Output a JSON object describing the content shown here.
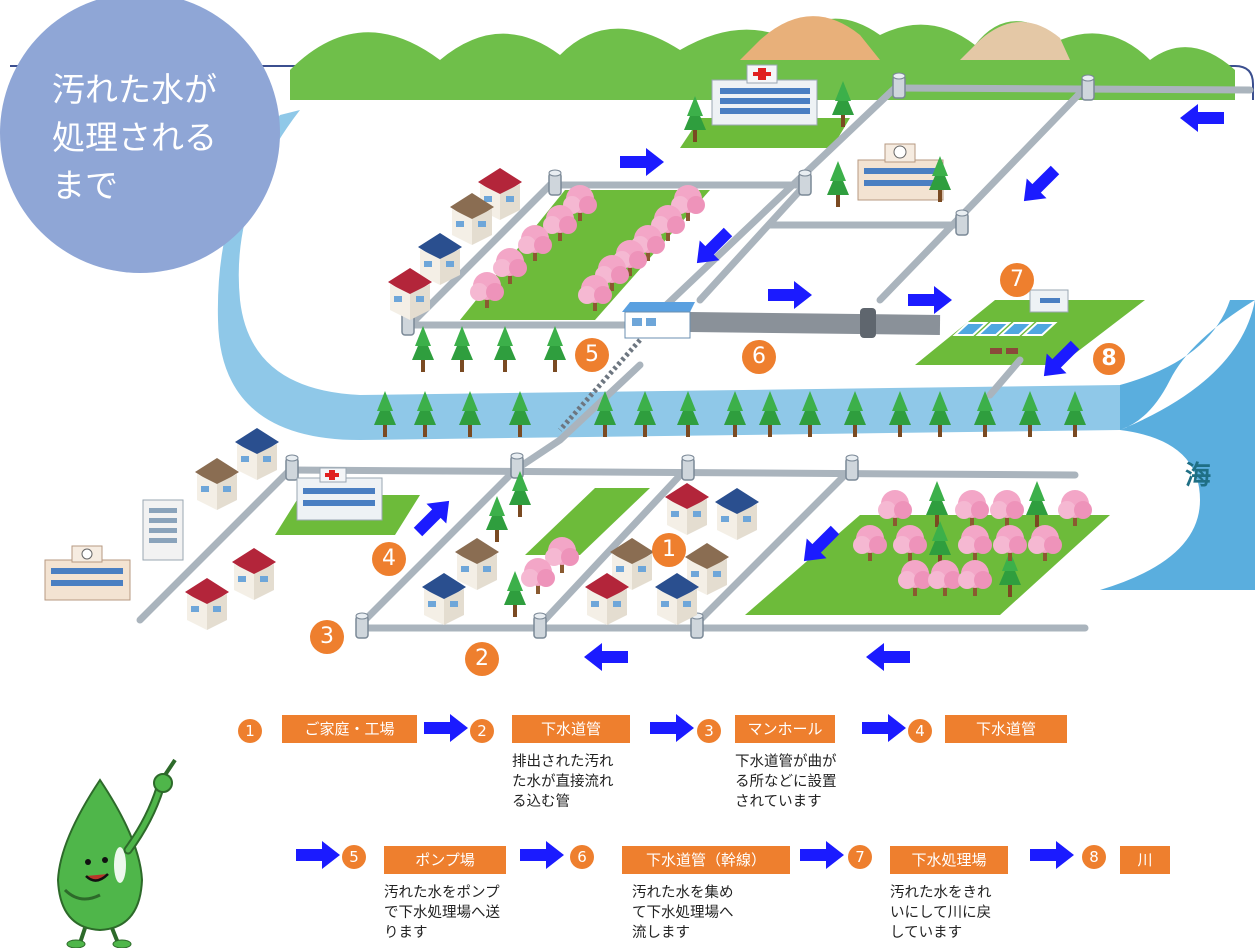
{
  "title": "汚れた水が\n処理される\nまで",
  "sea_label": "海",
  "map_markers": [
    "1",
    "2",
    "3",
    "4",
    "5",
    "6",
    "7",
    "8"
  ],
  "steps": [
    {
      "num": "1",
      "label": "ご家庭・工場",
      "desc": ""
    },
    {
      "num": "2",
      "label": "下水道管",
      "desc": "排出された汚れ\nた水が直接流れ\nる込む管"
    },
    {
      "num": "3",
      "label": "マンホール",
      "desc": "下水道管が曲が\nる所などに設置\nされています"
    },
    {
      "num": "4",
      "label": "下水道管",
      "desc": ""
    },
    {
      "num": "5",
      "label": "ポンプ場",
      "desc": "汚れた水をポンプ\nで下水処理場へ送\nります"
    },
    {
      "num": "6",
      "label": "下水道管（幹線）",
      "desc": "汚れた水を集め\nて下水処理場へ\n流します"
    },
    {
      "num": "7",
      "label": "下水処理場",
      "desc": "汚れた水をきれ\nいにして川に戻\nしています"
    },
    {
      "num": "8",
      "label": "川",
      "desc": ""
    }
  ],
  "colors": {
    "accent": "#ee7f2e",
    "flow_arrow": "#1b1bff",
    "river": "#8fc8e8",
    "sea": "#5aaede",
    "grass": "#6dbb3a",
    "title_bubble": "#8fa6d6"
  },
  "icons": [
    "hospital-icon",
    "school-icon",
    "house-icon",
    "apartment-icon",
    "tree-icon",
    "cherry-tree-icon",
    "pump-station-icon",
    "treatment-plant-icon",
    "mascot-water-drop-icon",
    "flow-arrow-icon"
  ]
}
